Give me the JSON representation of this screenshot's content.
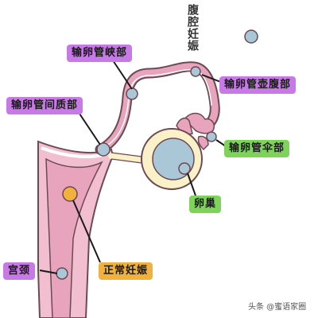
{
  "labels": {
    "abdominal_pregnancy": "腹腔妊娠",
    "isthmus": "输卵管峡部",
    "ampulla": "输卵管壶腹部",
    "interstitial": "输卵管间质部",
    "fimbria": "输卵管伞部",
    "ovary": "卵巢",
    "cervix": "宫颈",
    "normal_pregnancy": "正常妊娠"
  },
  "watermark": "头条 @蜜语家圈",
  "colors": {
    "uterus_wall": "#f2bfd0",
    "tube_fill": "#e9a4bd",
    "outline": "#6b4a52",
    "ovary_outer": "#fbf1c9",
    "ovary_inner": "#a9c7d6",
    "site_marker": "#a9c7d6",
    "normal_site": "#f0b23c",
    "label_purple": "#c77ae6",
    "label_green": "#7fd35a",
    "label_orange": "#f0b23c"
  }
}
